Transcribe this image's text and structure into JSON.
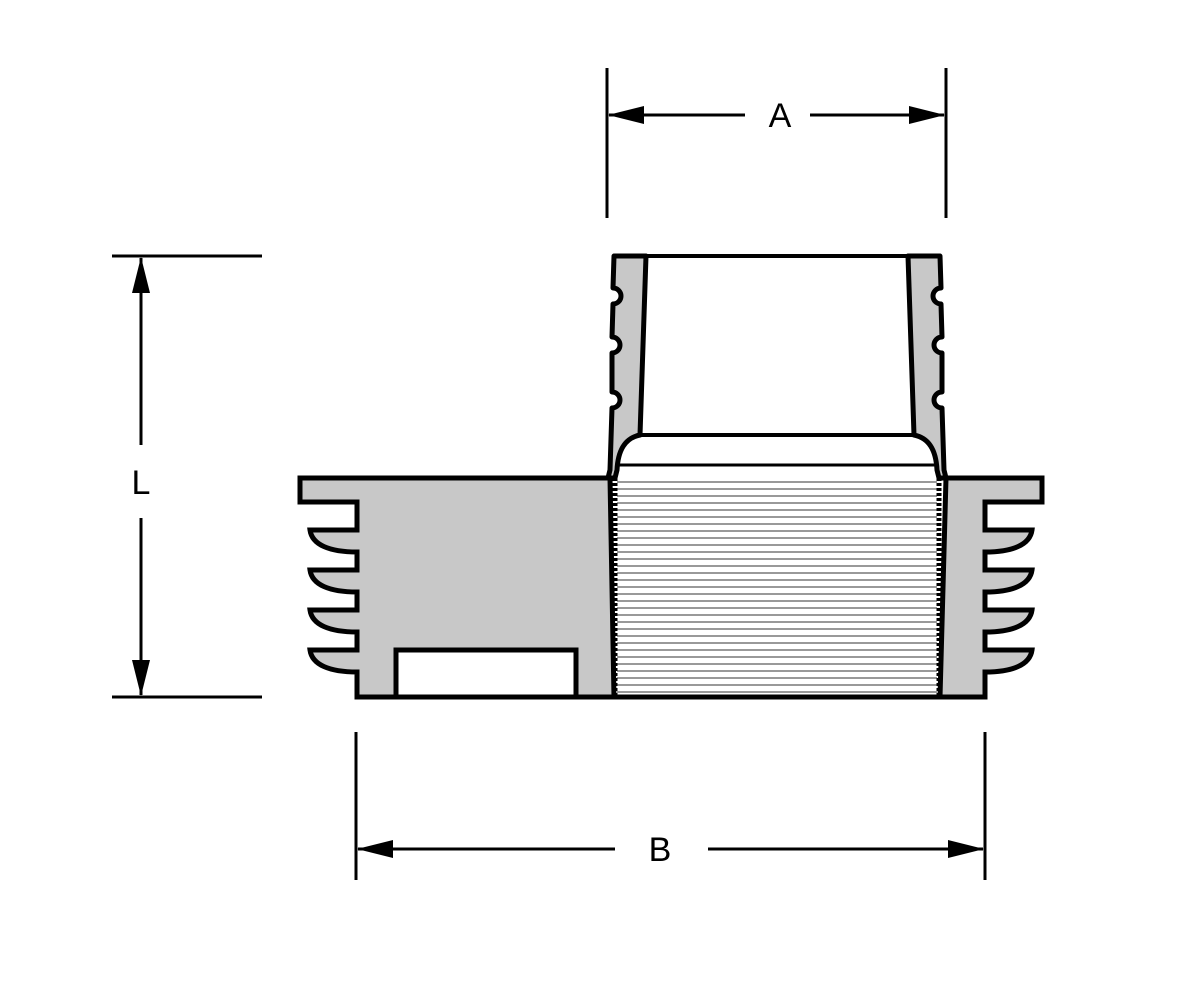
{
  "diagram": {
    "dimension_labels": {
      "a": "A",
      "b": "B",
      "l": "L"
    },
    "colors": {
      "fill": "#c8c8c8",
      "stroke": "#000000",
      "background": "#ffffff"
    }
  }
}
